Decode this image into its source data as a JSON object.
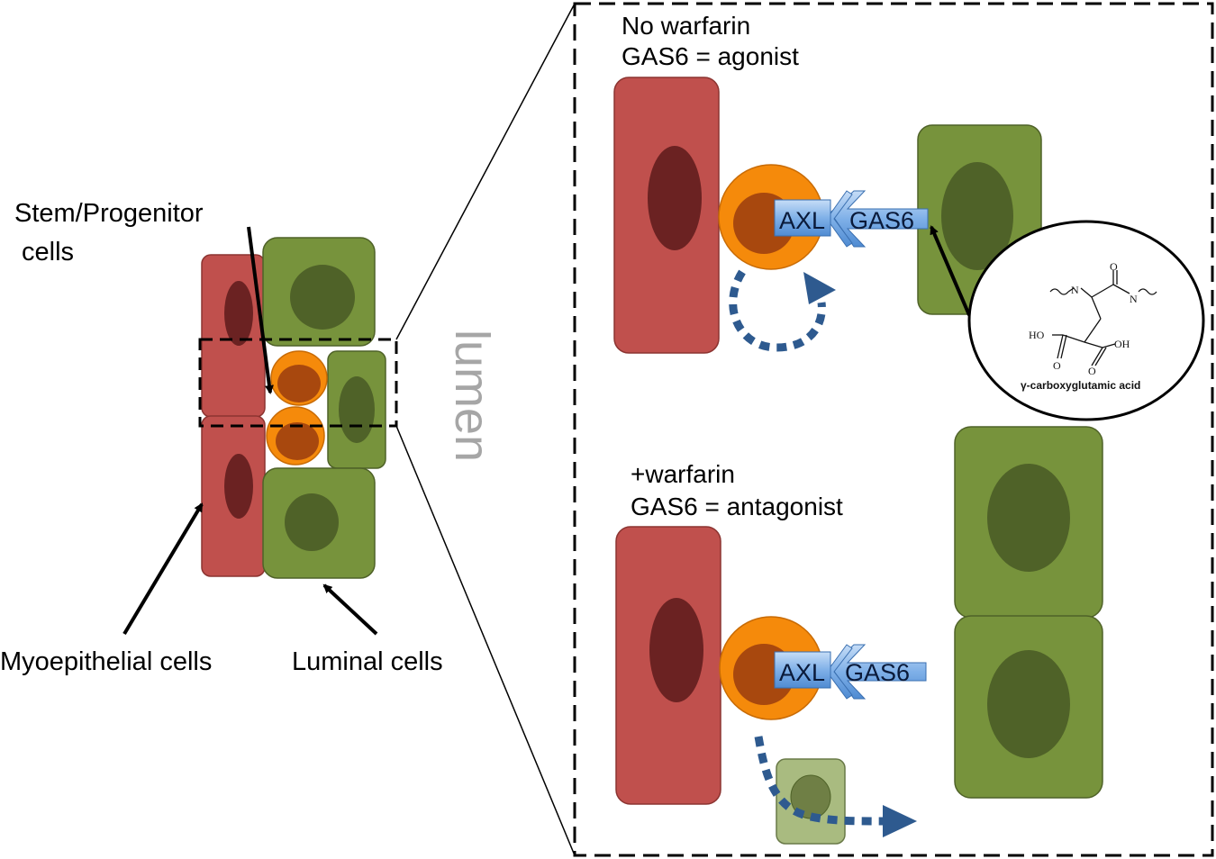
{
  "left_panel": {
    "stem_label_line1": "Stem/Progenitor",
    "stem_label_line2": "cells",
    "myo_label": "Myoepithelial cells",
    "luminal_label": "Luminal cells",
    "lumen_label": "lumen"
  },
  "top_panel": {
    "title_line1": "No warfarin",
    "title_line2": "GAS6 = agonist",
    "receptor_label": "AXL",
    "ligand_label": "GAS6"
  },
  "bottom_panel": {
    "title_line1": "+warfarin",
    "title_line2": "GAS6 = antagonist",
    "receptor_label": "AXL",
    "ligand_label": "GAS6"
  },
  "chem_inset": {
    "caption": "γ-carboxyglutamic acid",
    "atom_n1": "N",
    "atom_n2": "N",
    "atom_o1": "O",
    "atom_o2": "O",
    "atom_o3": "O",
    "atom_ho": "HO",
    "atom_oh": "OH"
  },
  "colors": {
    "myoepithelial": "#c0504d",
    "myo_nucleus": "#6b2222",
    "luminal": "#77933c",
    "luminal_nucleus": "#4f6228",
    "stem": "#f58a0b",
    "stem_nucleus": "#a8480e",
    "arrow_dots": "#2e5a8f",
    "lumen_text": "#a6a6a6"
  }
}
